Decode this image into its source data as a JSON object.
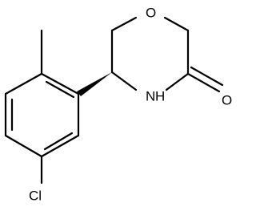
{
  "molecule": {
    "atoms": {
      "oxygen_ring": "O",
      "oxygen_carbonyl": "O",
      "nitrogen": "N",
      "nitrogen_h": "H",
      "chlorine": "Cl"
    }
  },
  "colors": {
    "bond": "#000000",
    "background": "#ffffff"
  }
}
